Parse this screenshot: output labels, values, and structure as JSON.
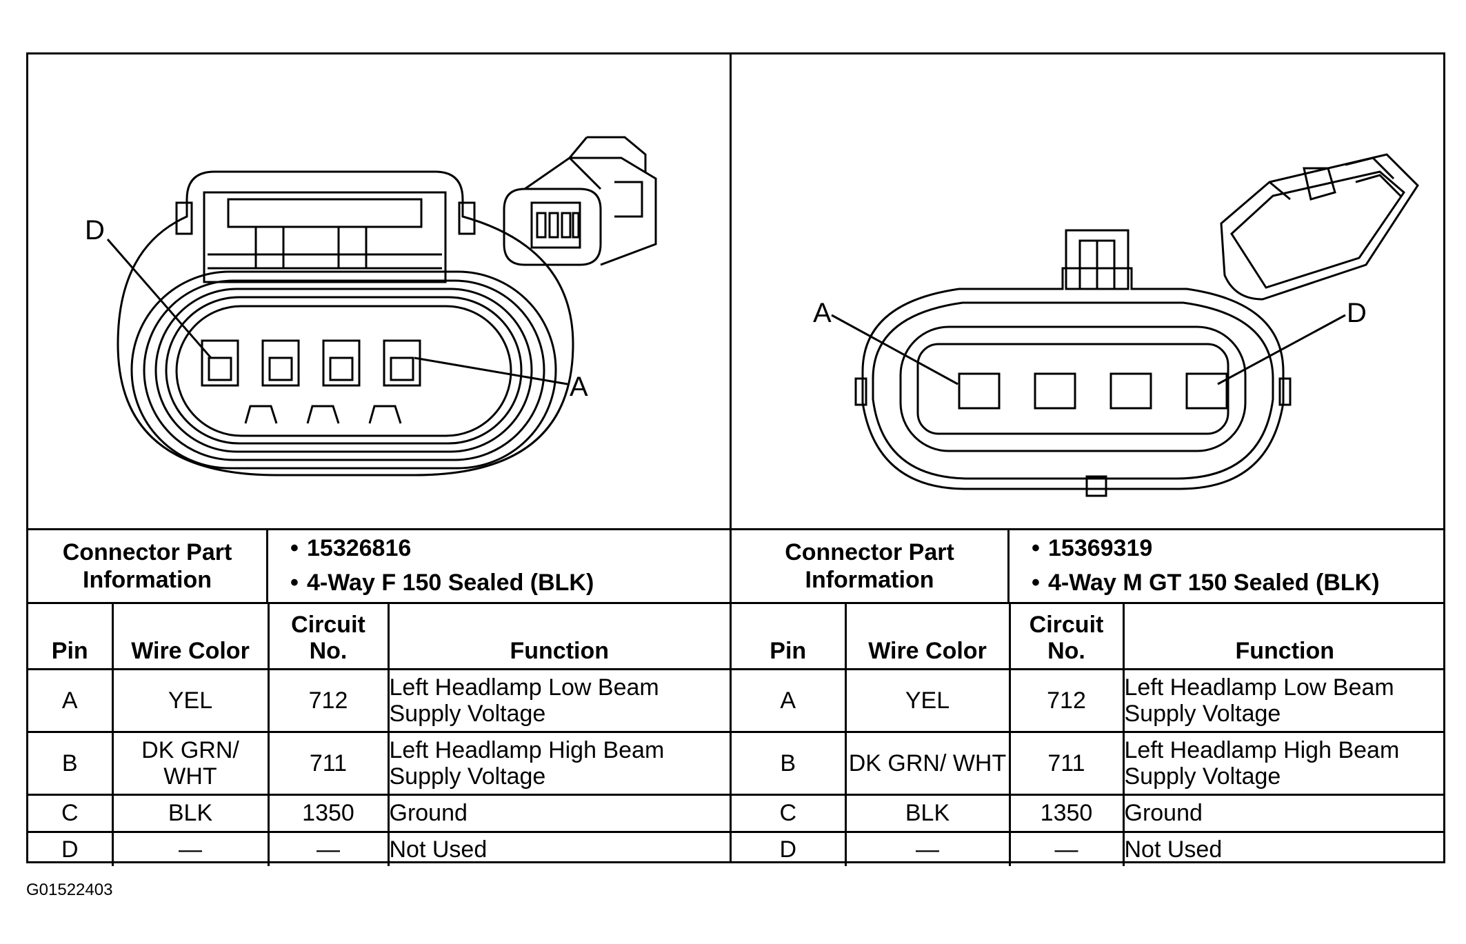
{
  "left": {
    "callout_top": "D",
    "callout_side": "A",
    "part_label": "Connector Part Information",
    "part_number": "15326816",
    "part_desc": "4-Way F 150 Sealed (BLK)",
    "headers": {
      "pin": "Pin",
      "wire_color": "Wire Color",
      "circuit": "Circuit No.",
      "function": "Function"
    },
    "rows": [
      {
        "pin": "A",
        "color": "YEL",
        "circuit": "712",
        "function": "Left Headlamp Low Beam Supply Voltage"
      },
      {
        "pin": "B",
        "color": "DK GRN/ WHT",
        "circuit": "711",
        "function": "Left Headlamp High Beam Supply Voltage"
      },
      {
        "pin": "C",
        "color": "BLK",
        "circuit": "1350",
        "function": "Ground"
      },
      {
        "pin": "D",
        "color": "—",
        "circuit": "—",
        "function": "Not Used"
      }
    ]
  },
  "right": {
    "callout_left": "A",
    "callout_right": "D",
    "part_label": "Connector Part Information",
    "part_number": "15369319",
    "part_desc": "4-Way M GT 150 Sealed (BLK)",
    "headers": {
      "pin": "Pin",
      "wire_color": "Wire Color",
      "circuit": "Circuit No.",
      "function": "Function"
    },
    "rows": [
      {
        "pin": "A",
        "color": "YEL",
        "circuit": "712",
        "function": "Left Headlamp Low Beam Supply Voltage"
      },
      {
        "pin": "B",
        "color": "DK GRN/ WHT",
        "circuit": "711",
        "function": "Left Headlamp High Beam Supply Voltage"
      },
      {
        "pin": "C",
        "color": "BLK",
        "circuit": "1350",
        "function": "Ground"
      },
      {
        "pin": "D",
        "color": "—",
        "circuit": "—",
        "function": "Not Used"
      }
    ]
  },
  "figure_id": "G01522403"
}
